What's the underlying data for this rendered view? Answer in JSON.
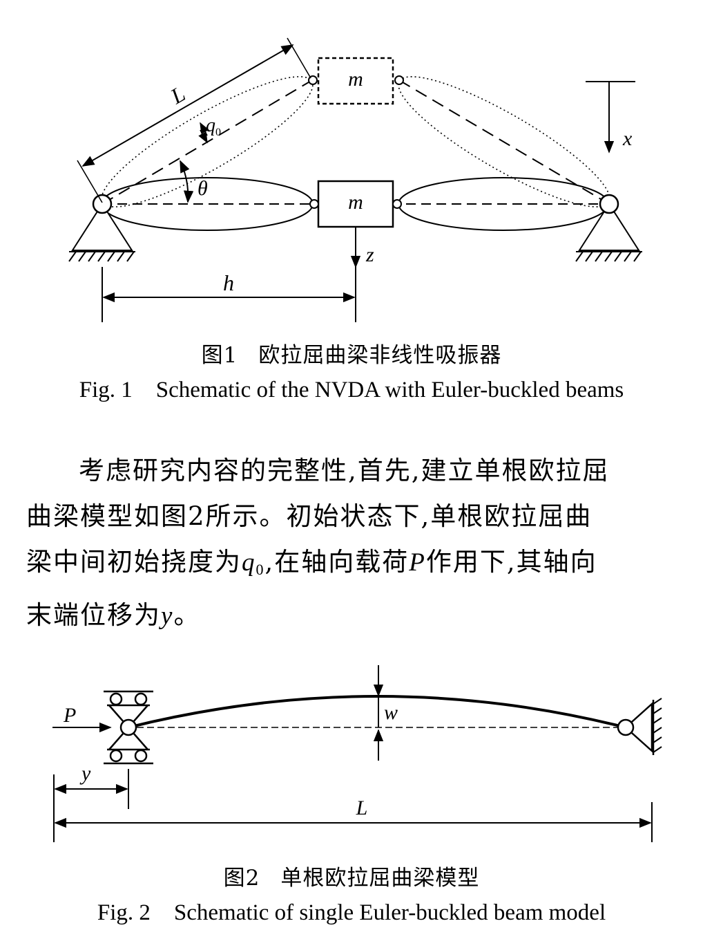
{
  "figure1": {
    "labels": {
      "L": "L",
      "q0_base": "q",
      "q0_sub": "0",
      "theta": "θ",
      "m_top": "m",
      "m_bottom": "m",
      "x": "x",
      "z": "z",
      "h": "h"
    },
    "caption_cn_num": "图1",
    "caption_cn_text": "欧拉屈曲梁非线性吸振器",
    "caption_en_num": "Fig. 1",
    "caption_en_text": "Schematic of the NVDA with Euler-buckled beams"
  },
  "paragraph": {
    "line1": "考虑研究内容的完整性,首先,建立单根欧拉屈",
    "line2": "曲梁模型如图2所示。初始状态下,单根欧拉屈曲",
    "line3_a": "梁中间初始挠度为",
    "line3_q": "q",
    "line3_sub": "0",
    "line3_b": ",在轴向载荷",
    "line3_P": "P",
    "line3_c": "作用下,其轴向",
    "line4_a": "末端位移为",
    "line4_y": "y",
    "line4_b": "。"
  },
  "figure2": {
    "labels": {
      "P": "P",
      "w": "w",
      "y": "y",
      "L": "L"
    },
    "caption_cn_num": "图2",
    "caption_cn_text": "单根欧拉屈曲梁模型",
    "caption_en_num": "Fig. 2",
    "caption_en_text": "Schematic of single Euler-buckled beam model"
  }
}
